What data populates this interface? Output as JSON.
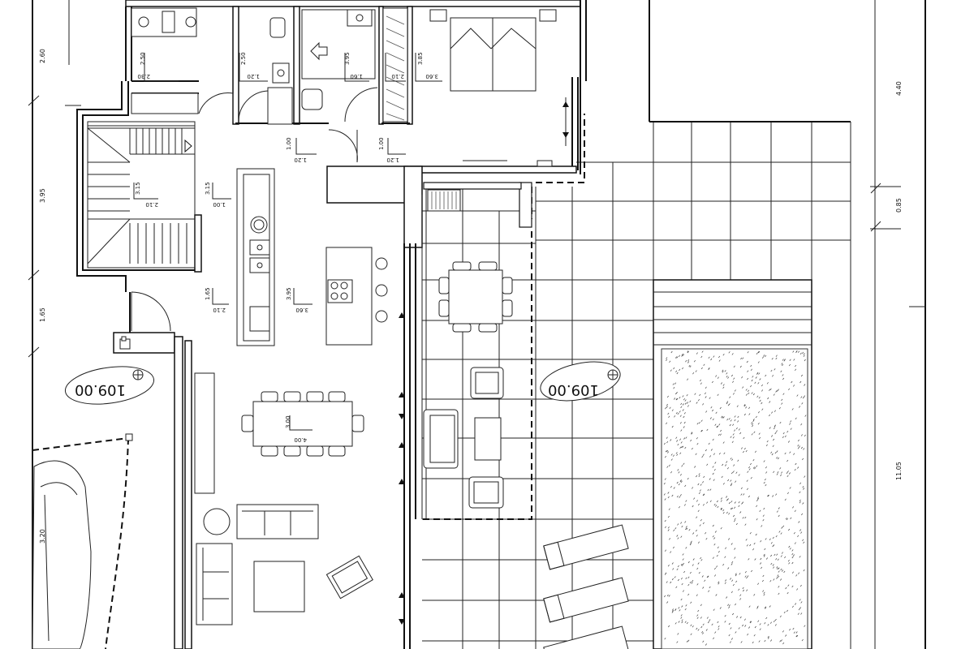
{
  "level_marks": [
    "109.00",
    "109.00"
  ],
  "overall_dimensions": {
    "left": [
      "2.60",
      "3.95",
      "1.65",
      "3.20"
    ],
    "right": [
      "4.40",
      "0.85",
      "11.05"
    ]
  },
  "room_dimensions": {
    "kitchen_top": [
      "2.50",
      "2.30"
    ],
    "bath_1": [
      "2.50",
      "1.20"
    ],
    "bath_2": [
      "3.95",
      "1.60"
    ],
    "closet": [
      "2.10"
    ],
    "bedroom": [
      "3.85",
      "3.60"
    ],
    "hall_1": [
      "1.00",
      "1.20"
    ],
    "hall_2": [
      "1.00",
      "1.20"
    ],
    "stair": [
      "3.15",
      "2.10"
    ],
    "corridor": [
      "3.15",
      "1.00"
    ],
    "entry": [
      "1.65",
      "2.10"
    ],
    "kitchen": [
      "3.95",
      "3.60"
    ],
    "dining": [
      "3.00",
      "4.00"
    ]
  }
}
